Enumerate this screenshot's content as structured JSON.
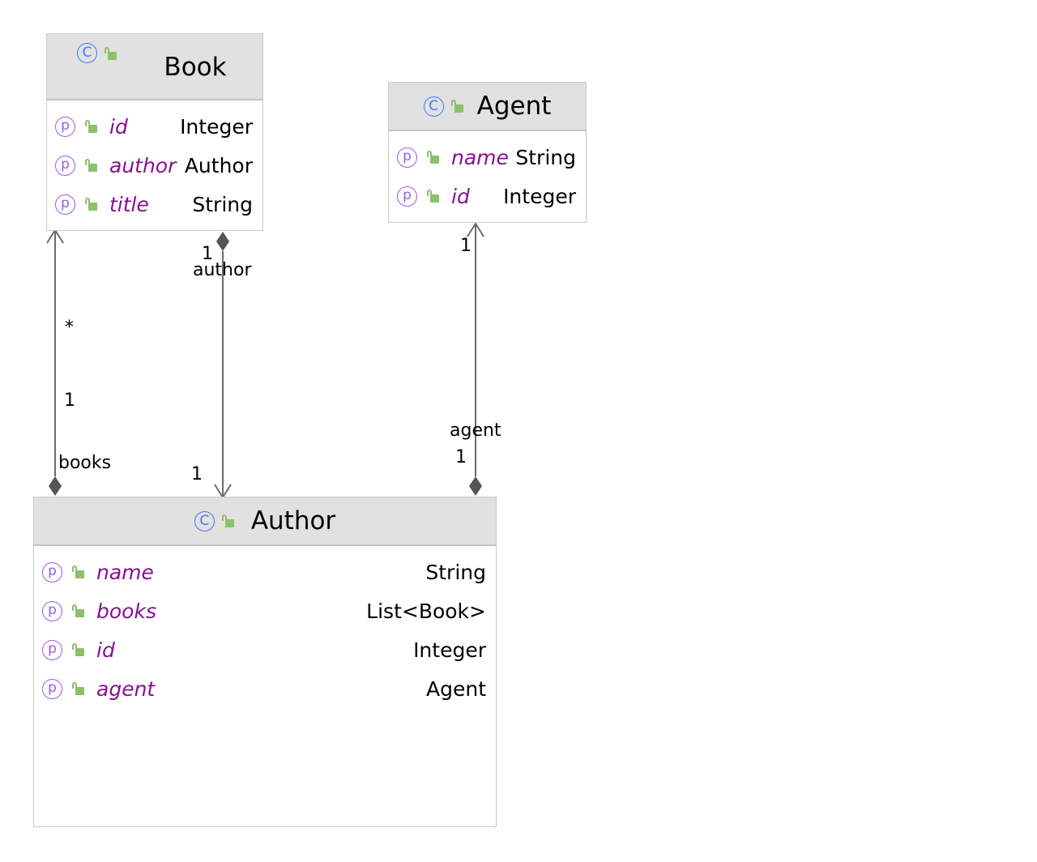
{
  "classes": {
    "book": {
      "name": "Book",
      "fields": [
        {
          "name": "id",
          "type": "Integer"
        },
        {
          "name": "author",
          "type": "Author"
        },
        {
          "name": "title",
          "type": "String"
        }
      ]
    },
    "agent": {
      "name": "Agent",
      "fields": [
        {
          "name": "name",
          "type": "String"
        },
        {
          "name": "id",
          "type": "Integer"
        }
      ]
    },
    "author": {
      "name": "Author",
      "fields": [
        {
          "name": "name",
          "type": "String"
        },
        {
          "name": "books",
          "type": "List<Book>"
        },
        {
          "name": "id",
          "type": "Integer"
        },
        {
          "name": "agent",
          "type": "Agent"
        }
      ]
    }
  },
  "icons": {
    "class": "C",
    "property": "p"
  },
  "edge_labels": {
    "books_star": "*",
    "books_one": "1",
    "books_role": "books",
    "author_one_top": "1",
    "author_role": "author",
    "author_one_bottom": "1",
    "agent_one_top": "1",
    "agent_role": "agent",
    "agent_one_bottom": "1"
  },
  "colors": {
    "header_bg": "#e1e1e1",
    "field_name": "#871094",
    "class_icon": "#3f7cf0",
    "property_icon": "#9b5be6",
    "visibility_icon": "#8cc06c",
    "edge": "#6b6b6b"
  }
}
